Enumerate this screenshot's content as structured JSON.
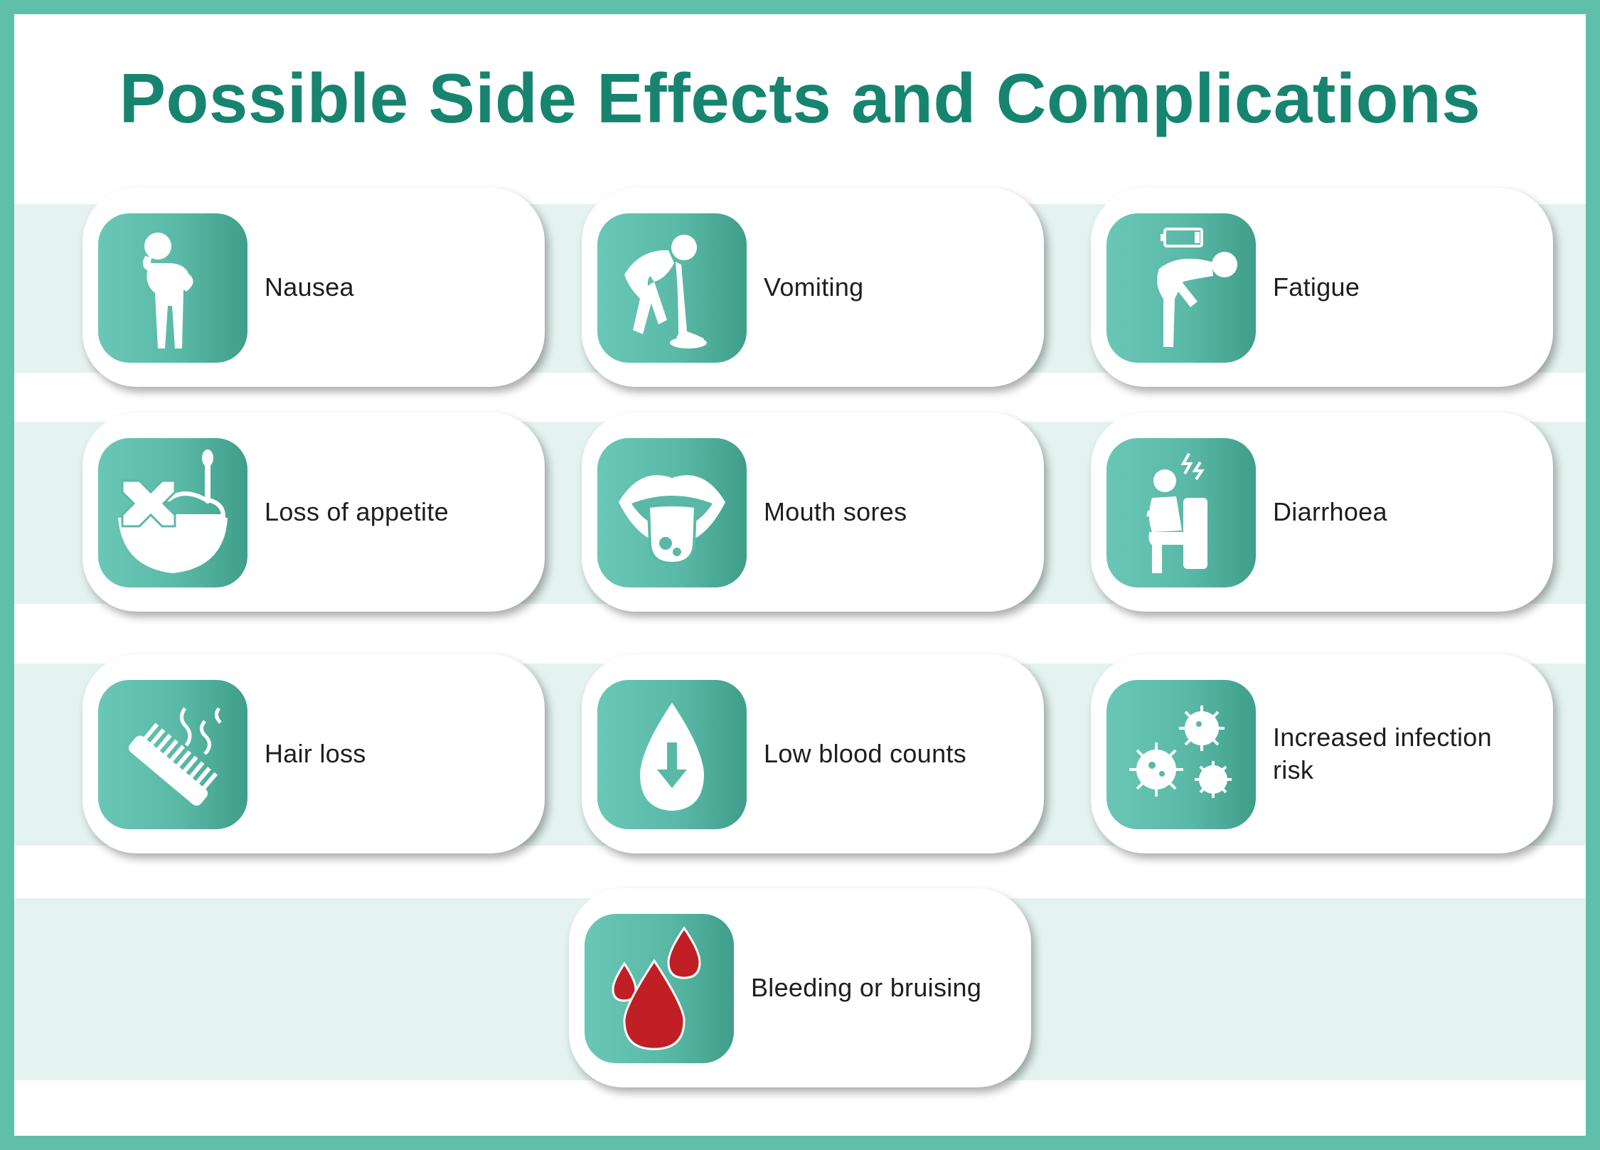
{
  "title": "Possible Side Effects and Complications",
  "colors": {
    "accent": "#178470",
    "tile": "#5ab9a6",
    "border": "#5fbfaa",
    "band": "#e4f3ef",
    "blood": "#c01f25"
  },
  "items": [
    {
      "label": "Nausea",
      "icon": "nausea-icon"
    },
    {
      "label": "Vomiting",
      "icon": "vomiting-icon"
    },
    {
      "label": "Fatigue",
      "icon": "fatigue-icon"
    },
    {
      "label": "Loss of appetite",
      "icon": "loss-of-appetite-icon"
    },
    {
      "label": "Mouth sores",
      "icon": "mouth-sores-icon"
    },
    {
      "label": "Diarrhoea",
      "icon": "diarrhoea-icon"
    },
    {
      "label": "Hair loss",
      "icon": "hair-loss-icon"
    },
    {
      "label": "Low blood counts",
      "icon": "low-blood-counts-icon"
    },
    {
      "label": "Increased infection risk",
      "icon": "infection-risk-icon"
    },
    {
      "label": "Bleeding or bruising",
      "icon": "bleeding-icon"
    }
  ]
}
